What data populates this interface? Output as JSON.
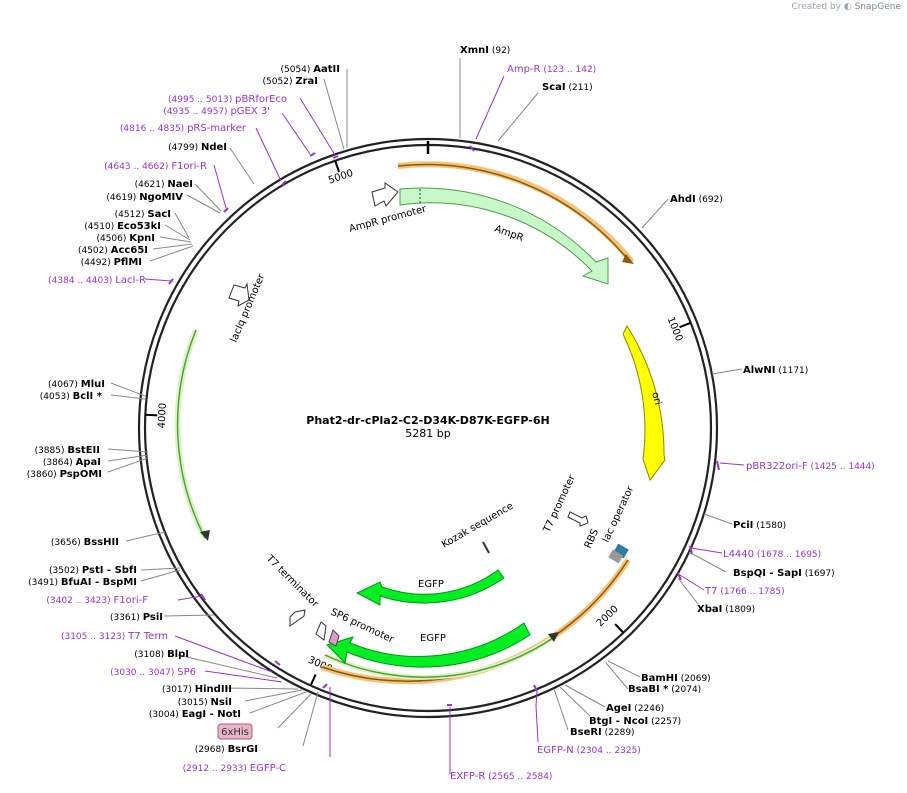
{
  "brand": {
    "created_by": "Created by",
    "name": "SnapGene"
  },
  "plasmid": {
    "name": "Phat2-dr-cPla2-C2-D34K-D87K-EGFP-6H",
    "size_label": "5281 bp",
    "length": 5281
  },
  "ticks": [
    {
      "pos": 1000,
      "label": "1000"
    },
    {
      "pos": 2000,
      "label": "2000"
    },
    {
      "pos": 3000,
      "label": "3000"
    },
    {
      "pos": 4000,
      "label": "4000"
    },
    {
      "pos": 5000,
      "label": "5000"
    }
  ],
  "sites": [
    {
      "name": "XmnI",
      "pos": "(92)",
      "side": "right",
      "kind": "enzyme"
    },
    {
      "name": "Amp-R",
      "pos": "(123 .. 142)",
      "side": "right",
      "kind": "primer"
    },
    {
      "name": "ScaI",
      "pos": "(211)",
      "side": "right",
      "kind": "enzyme"
    },
    {
      "name": "AhdI",
      "pos": "(692)",
      "side": "right",
      "kind": "enzyme"
    },
    {
      "name": "AlwNI",
      "pos": "(1171)",
      "side": "right",
      "kind": "enzyme"
    },
    {
      "name": "pBR322ori-F",
      "pos": "(1425 .. 1444)",
      "side": "right",
      "kind": "primer"
    },
    {
      "name": "PciI",
      "pos": "(1580)",
      "side": "right",
      "kind": "enzyme"
    },
    {
      "name": "L4440",
      "pos": "(1678 .. 1695)",
      "side": "right",
      "kind": "primer"
    },
    {
      "name": "BspQI",
      "extra": " - SapI",
      "pos": "(1697)",
      "side": "right",
      "kind": "enzyme"
    },
    {
      "name": "T7",
      "pos": "(1766 .. 1785)",
      "side": "right",
      "kind": "primer"
    },
    {
      "name": "XbaI",
      "pos": "(1809)",
      "side": "right",
      "kind": "enzyme"
    },
    {
      "name": "BamHI",
      "pos": "(2069)",
      "side": "right",
      "kind": "enzyme"
    },
    {
      "name": "BsaBI *",
      "pos": "(2074)",
      "side": "right",
      "kind": "enzyme"
    },
    {
      "name": "AgeI",
      "pos": "(2246)",
      "side": "right",
      "kind": "enzyme"
    },
    {
      "name": "BtgI",
      "extra": " - NcoI",
      "pos": "(2257)",
      "side": "right",
      "kind": "enzyme"
    },
    {
      "name": "BseRI",
      "pos": "(2289)",
      "side": "right",
      "kind": "enzyme"
    },
    {
      "name": "EGFP-N",
      "pos": "(2304 .. 2325)",
      "side": "right",
      "kind": "primer"
    },
    {
      "name": "EXFP-R",
      "pos": "(2565 .. 2584)",
      "side": "right",
      "kind": "primer"
    },
    {
      "name": "EGFP-C",
      "pos": "(2912 .. 2933)",
      "side": "left",
      "kind": "primer"
    },
    {
      "name": "BsrGI",
      "pos": "(2968)",
      "side": "left",
      "kind": "enzyme"
    },
    {
      "name": "6xHis",
      "pos": "",
      "side": "left",
      "kind": "feature"
    },
    {
      "name": "EagI",
      "extra": " - NotI",
      "pos": "(3004)",
      "side": "left",
      "kind": "enzyme"
    },
    {
      "name": "NsiI",
      "pos": "(3015)",
      "side": "left",
      "kind": "enzyme"
    },
    {
      "name": "HindIII",
      "pos": "(3017)",
      "side": "left",
      "kind": "enzyme"
    },
    {
      "name": "SP6",
      "pos": "(3030 .. 3047)",
      "side": "left",
      "kind": "primer"
    },
    {
      "name": "BlpI",
      "pos": "(3108)",
      "side": "left",
      "kind": "enzyme"
    },
    {
      "name": "T7 Term",
      "pos": "(3105 .. 3123)",
      "side": "left",
      "kind": "primer"
    },
    {
      "name": "PsiI",
      "pos": "(3361)",
      "side": "left",
      "kind": "enzyme"
    },
    {
      "name": "F1ori-F",
      "pos": "(3402 .. 3423)",
      "side": "left",
      "kind": "primer"
    },
    {
      "name": "BfuAI",
      "extra": " - BspMI",
      "pos": "(3491)",
      "side": "left",
      "kind": "enzyme"
    },
    {
      "name": "PstI",
      "extra": " - SbfI",
      "pos": "(3502)",
      "side": "left",
      "kind": "enzyme"
    },
    {
      "name": "BssHII",
      "pos": "(3656)",
      "side": "left",
      "kind": "enzyme"
    },
    {
      "name": "PspOMI",
      "pos": "(3860)",
      "side": "left",
      "kind": "enzyme"
    },
    {
      "name": "ApaI",
      "pos": "(3864)",
      "side": "left",
      "kind": "enzyme"
    },
    {
      "name": "BstEII",
      "pos": "(3885)",
      "side": "left",
      "kind": "enzyme"
    },
    {
      "name": "BclI *",
      "pos": "(4053)",
      "side": "left",
      "kind": "enzyme"
    },
    {
      "name": "MluI",
      "pos": "(4067)",
      "side": "left",
      "kind": "enzyme"
    },
    {
      "name": "LacI-R",
      "pos": "(4384 .. 4403)",
      "side": "left",
      "kind": "primer"
    },
    {
      "name": "PflMI",
      "pos": "(4492)",
      "side": "left",
      "kind": "enzyme"
    },
    {
      "name": "Acc65I",
      "pos": "(4502)",
      "side": "left",
      "kind": "enzyme"
    },
    {
      "name": "KpnI",
      "pos": "(4506)",
      "side": "left",
      "kind": "enzyme"
    },
    {
      "name": "Eco53kI",
      "pos": "(4510)",
      "side": "left",
      "kind": "enzyme"
    },
    {
      "name": "SacI",
      "pos": "(4512)",
      "side": "left",
      "kind": "enzyme"
    },
    {
      "name": "NgoMIV",
      "pos": "(4619)",
      "side": "left",
      "kind": "enzyme"
    },
    {
      "name": "NaeI",
      "pos": "(4621)",
      "side": "left",
      "kind": "enzyme"
    },
    {
      "name": "F1ori-R",
      "pos": "(4643 .. 4662)",
      "side": "left",
      "kind": "primer"
    },
    {
      "name": "NdeI",
      "pos": "(4799)",
      "side": "left",
      "kind": "enzyme"
    },
    {
      "name": "pRS-marker",
      "pos": "(4816 .. 4835)",
      "side": "left",
      "kind": "primer"
    },
    {
      "name": "pGEX 3'",
      "pos": "(4935 .. 4957)",
      "side": "left",
      "kind": "primer"
    },
    {
      "name": "pBRforEco",
      "pos": "(4995 .. 5013)",
      "side": "left",
      "kind": "primer"
    },
    {
      "name": "ZraI",
      "pos": "(5052)",
      "side": "left",
      "kind": "enzyme"
    },
    {
      "name": "AatII",
      "pos": "(5054)",
      "side": "left",
      "kind": "enzyme"
    }
  ],
  "features": [
    {
      "name": "AmpR promoter",
      "color": "#ffffff"
    },
    {
      "name": "AmpR",
      "color": "#c8f7c8"
    },
    {
      "name": "ori",
      "color": "#ffff00"
    },
    {
      "name": "lacIq promoter",
      "color": "#ffffff"
    },
    {
      "name": "T7 promoter",
      "color": "#ffffff"
    },
    {
      "name": "lac operator",
      "color": "#2a7fa0"
    },
    {
      "name": "RBS",
      "color": "#999999"
    },
    {
      "name": "Kozak sequence",
      "color": "#ffffff"
    },
    {
      "name": "EGFP",
      "color": "#00ee22"
    },
    {
      "name": "EGFP",
      "color": "#00ee22"
    },
    {
      "name": "T7 terminator",
      "color": "#ffffff"
    },
    {
      "name": "SP6 promoter",
      "color": "#ffffff"
    }
  ],
  "colors": {
    "enzyme": "#000000",
    "primer": "#9933cc",
    "backbone": "#222222",
    "highlight": "#f5c27a",
    "orf_outline": "#8b5a00",
    "lacI_orf": "#5aa02c"
  }
}
